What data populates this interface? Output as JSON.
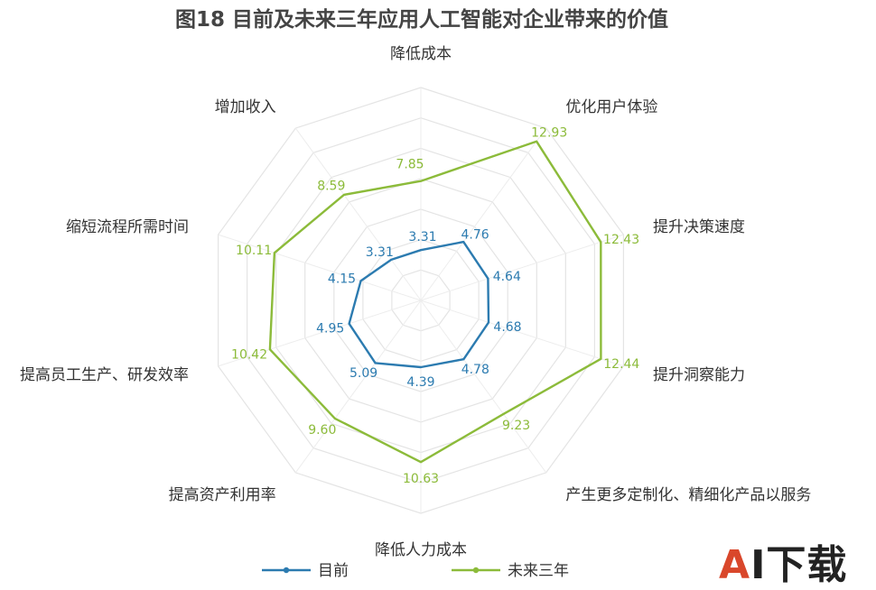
{
  "chart_data": {
    "type": "radar",
    "title": "图18 目前及未来三年应用人工智能对企业带来的价值",
    "categories": [
      "降低成本",
      "优化用户体验",
      "提升决策速度",
      "提升洞察能力",
      "产生更多定制化、精细化产品以服务",
      "降低人力成本",
      "提高资产利用率",
      "提高员工生产、研发效率",
      "缩短流程所需时间",
      "增加收入"
    ],
    "series": [
      {
        "name": "目前",
        "color": "#2c7bb0",
        "values": [
          3.31,
          4.76,
          4.64,
          4.68,
          4.78,
          4.39,
          5.09,
          4.95,
          4.15,
          3.31
        ],
        "labels": [
          "3.31",
          "4.76",
          "4.64",
          "4.68",
          "4.78",
          "4.39",
          "5.09",
          "4.95",
          "4.15",
          "3.31"
        ]
      },
      {
        "name": "未来三年",
        "color": "#8cbb3a",
        "values": [
          7.85,
          12.93,
          12.43,
          12.44,
          9.23,
          10.63,
          9.6,
          10.42,
          10.11,
          8.59
        ],
        "labels": [
          "7.85",
          "12.93",
          "12.43",
          "12.44",
          "9.23",
          "10.63",
          "9.60",
          "10.42",
          "10.11",
          "8.59"
        ]
      }
    ],
    "rmax": 14,
    "grid": true,
    "legend_position": "bottom"
  },
  "watermark": {
    "brand": "AI下载",
    "accent": "A",
    "rest": "I下载"
  }
}
